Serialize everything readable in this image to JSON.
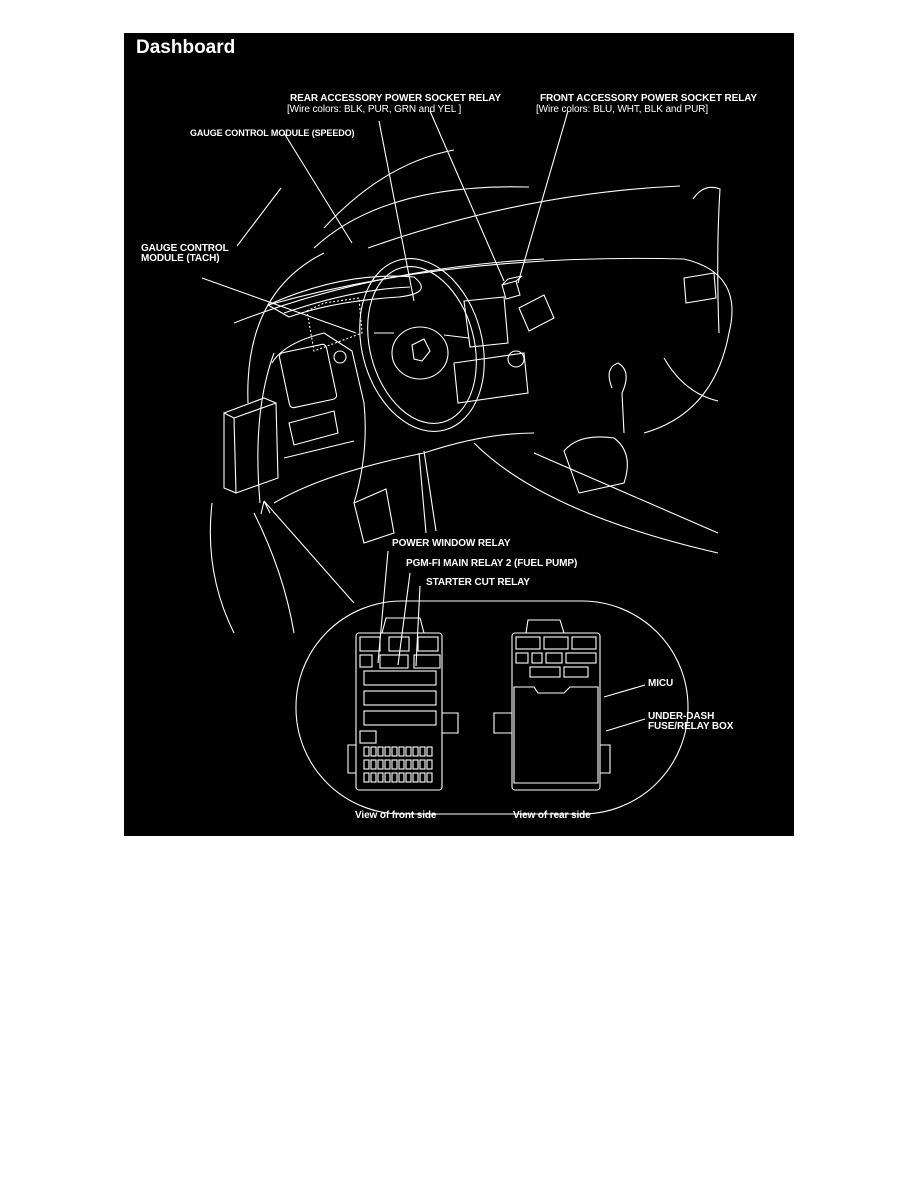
{
  "page": {
    "title": "Dashboard",
    "background": "#ffffff",
    "panel_color": "#000000"
  },
  "labels": {
    "rear_socket_relay": "REAR ACCESSORY POWER SOCKET RELAY",
    "rear_socket_wires": "[Wire colors: BLK, PUR, GRN and YEL ]",
    "front_socket_relay": "FRONT ACCESSORY POWER SOCKET RELAY",
    "front_socket_wires": "[Wire colors: BLU, WHT, BLK and PUR]",
    "gauge_speedo": "GAUGE CONTROL MODULE (SPEEDO)",
    "gauge_tach_line1": "GAUGE CONTROL",
    "gauge_tach_line2": "MODULE (TACH)",
    "power_window_relay": "POWER WINDOW RELAY",
    "pgm_fi_relay": "PGM-FI MAIN RELAY 2 (FUEL PUMP)",
    "starter_cut_relay": "STARTER CUT RELAY",
    "micu": "MICU",
    "under_dash_line1": "UNDER-DASH",
    "under_dash_line2": "FUSE/RELAY BOX",
    "view_front": "View of front side",
    "view_rear": "View of rear side"
  },
  "illustrations": {
    "main": "dashboard-interior-line-drawing",
    "inset": "under-dash-fuse-relay-box-front-and-rear-views"
  }
}
